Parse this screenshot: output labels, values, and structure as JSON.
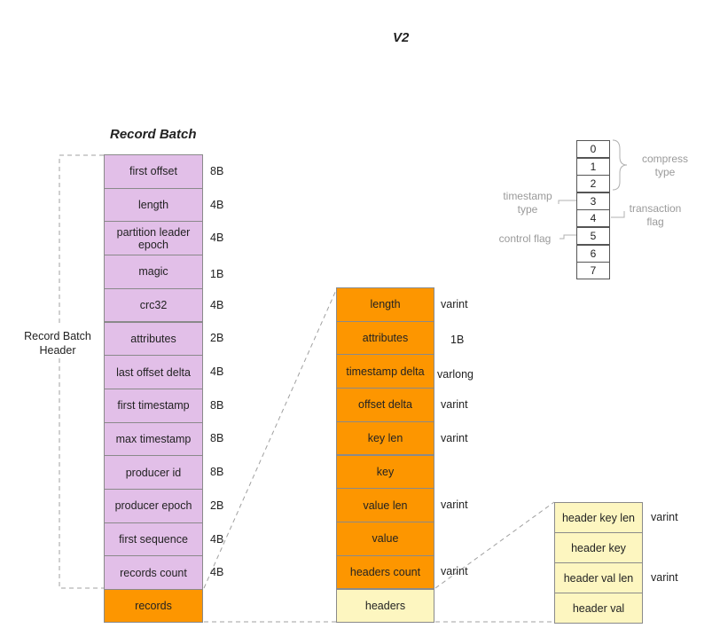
{
  "version": "V2",
  "batch": {
    "title": "Record Batch",
    "header_label": "Record Batch\nHeader",
    "fields": [
      {
        "label": "first offset",
        "size": "8B"
      },
      {
        "label": "length",
        "size": "4B"
      },
      {
        "label": "partition leader\nepoch",
        "size": "4B"
      },
      {
        "label": "magic",
        "size": "1B"
      },
      {
        "label": "crc32",
        "size": "4B"
      },
      {
        "label": "attributes",
        "size": "2B"
      },
      {
        "label": "last offset delta",
        "size": "4B"
      },
      {
        "label": "first timestamp",
        "size": "8B"
      },
      {
        "label": "max timestamp",
        "size": "8B"
      },
      {
        "label": "producer id",
        "size": "8B"
      },
      {
        "label": "producer epoch",
        "size": "2B"
      },
      {
        "label": "first sequence",
        "size": "4B"
      },
      {
        "label": "records count",
        "size": "4B"
      }
    ],
    "records_label": "records"
  },
  "record": {
    "fields": [
      {
        "label": "length",
        "size": "varint"
      },
      {
        "label": "attributes",
        "size": "1B"
      },
      {
        "label": "timestamp delta",
        "size": "varlong"
      },
      {
        "label": "offset delta",
        "size": "varint"
      },
      {
        "label": "key len",
        "size": "varint"
      },
      {
        "label": "key",
        "size": ""
      },
      {
        "label": "value len",
        "size": "varint"
      },
      {
        "label": "value",
        "size": ""
      },
      {
        "label": "headers count",
        "size": "varint"
      }
    ],
    "headers_label": "headers"
  },
  "header": {
    "fields": [
      {
        "label": "header key len",
        "size": "varint"
      },
      {
        "label": "header key",
        "size": ""
      },
      {
        "label": "header val len",
        "size": "varint"
      },
      {
        "label": "header val",
        "size": ""
      }
    ]
  },
  "attributes_bits": {
    "bits": [
      "0",
      "1",
      "2",
      "3",
      "4",
      "5",
      "6",
      "7"
    ],
    "compress_type": "compress\ntype",
    "timestamp_type": "timestamp\ntype",
    "transaction_flag": "transaction\nflag",
    "control_flag": "control flag"
  },
  "colors": {
    "purple": "#e2bfe8",
    "orange": "#fd9600",
    "yellow": "#fdf6c0",
    "dashed_line": "#a0a0a0"
  }
}
